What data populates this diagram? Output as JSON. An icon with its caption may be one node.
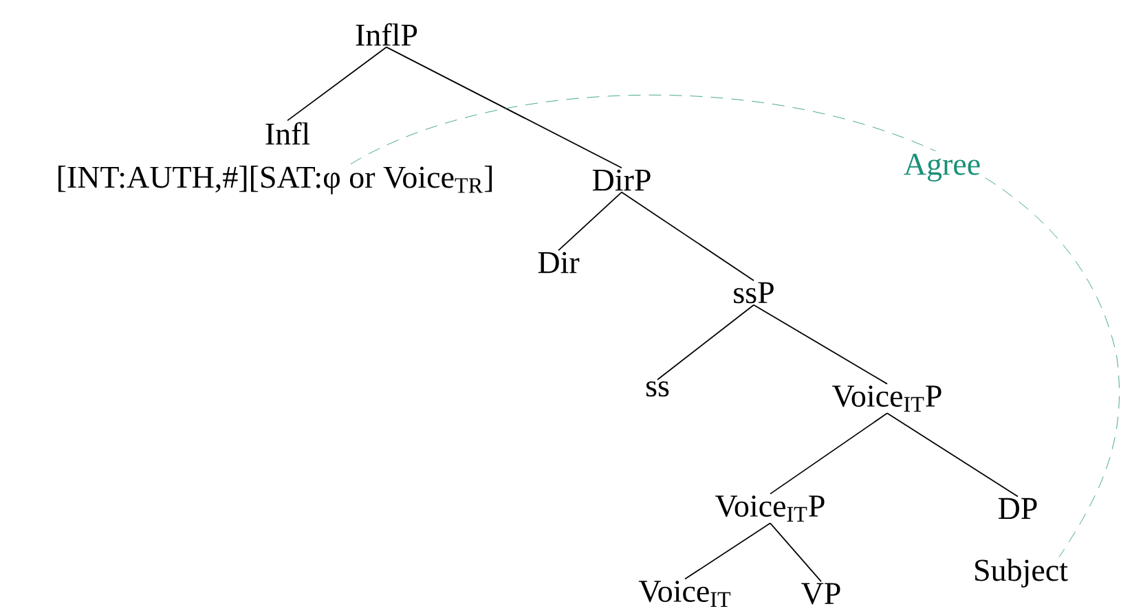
{
  "diagram": {
    "nodes": [
      {
        "text": [
          "InflP"
        ]
      },
      {
        "text": [
          "Infl"
        ]
      },
      {
        "text": [
          "[INT:AUTH,#][SAT:φ or Voice$_{TR}$]"
        ]
      },
      {
        "text": [
          "DirP"
        ]
      },
      {
        "text": [
          "Dir"
        ]
      },
      {
        "text": [
          "ssP"
        ]
      },
      {
        "text": [
          "ss"
        ]
      },
      {
        "text": [
          "Voice$_{IT}$P"
        ]
      },
      {
        "text": [
          "Voice$_{IT}$P"
        ]
      },
      {
        "text": [
          "DP"
        ]
      },
      {
        "text": [
          "Voice$_{IT}$"
        ]
      },
      {
        "text": [
          "VP"
        ]
      },
      {
        "text": [
          "Subject"
        ]
      }
    ],
    "edges": [
      {
        "from": 0,
        "to": 1,
        "arrow": "none"
      },
      {
        "from": 0,
        "to": 3,
        "arrow": "none"
      },
      {
        "from": 3,
        "to": 4,
        "arrow": "none"
      },
      {
        "from": 3,
        "to": 5,
        "arrow": "none"
      },
      {
        "from": 5,
        "to": 6,
        "arrow": "none"
      },
      {
        "from": 5,
        "to": 7,
        "arrow": "none"
      },
      {
        "from": 7,
        "to": 8,
        "arrow": "none"
      },
      {
        "from": 7,
        "to": 9,
        "arrow": "none"
      },
      {
        "from": 8,
        "to": 10,
        "arrow": "none"
      },
      {
        "from": 8,
        "to": 11,
        "arrow": "none"
      },
      {
        "from": 2,
        "to": 12,
        "arrow": "none",
        "label": "Agree",
        "style": "dashed",
        "color": "#1a9078"
      }
    ]
  }
}
